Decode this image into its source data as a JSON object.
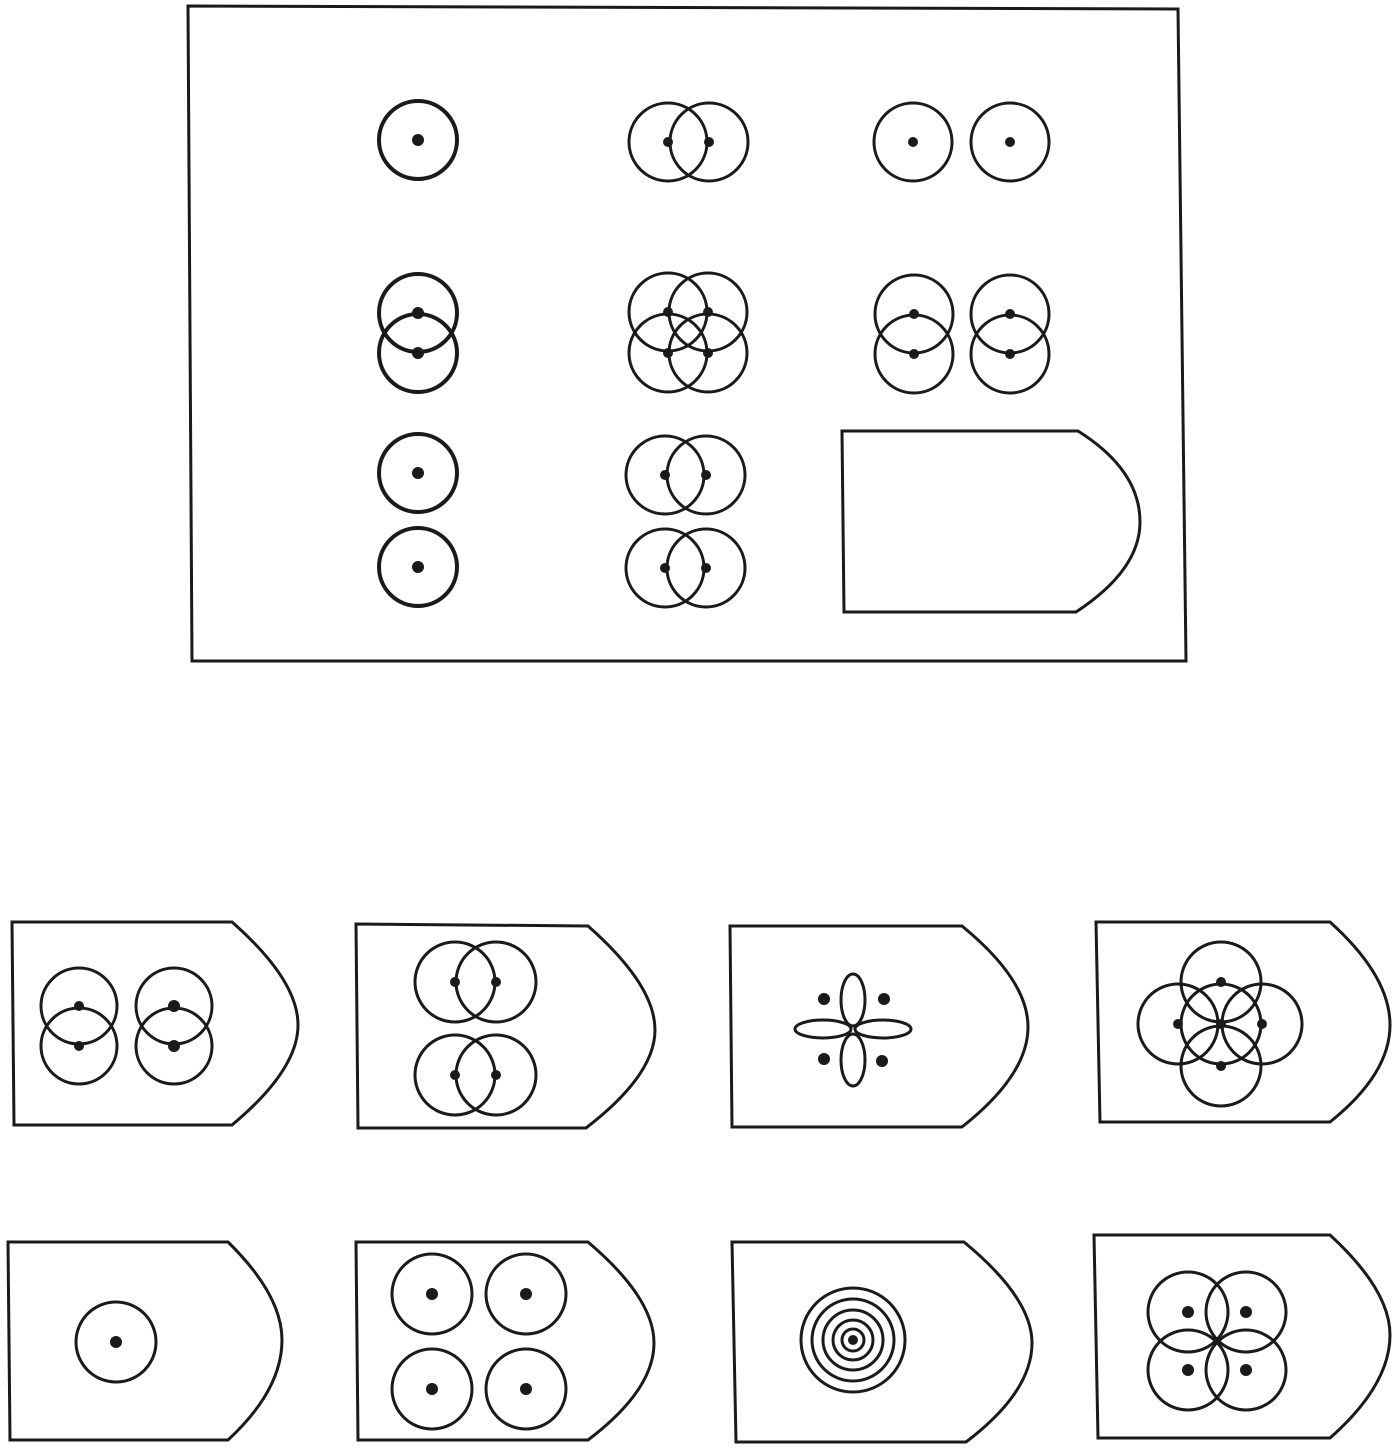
{
  "puzzle": {
    "grid_rows": 3,
    "grid_cols": 3,
    "missing_cell": "row-3-col-3",
    "cells": [
      {
        "id": "r1c1",
        "figure": "single-circle"
      },
      {
        "id": "r1c2",
        "figure": "two-overlapping-circles-horizontal"
      },
      {
        "id": "r1c3",
        "figure": "two-separate-circles-horizontal"
      },
      {
        "id": "r2c1",
        "figure": "two-overlapping-circles-vertical"
      },
      {
        "id": "r2c2",
        "figure": "four-overlapping-circles"
      },
      {
        "id": "r2c3",
        "figure": "two-pairs-vertical-overlap"
      },
      {
        "id": "r3c1",
        "figure": "two-separate-circles-vertical"
      },
      {
        "id": "r3c2",
        "figure": "two-pairs-horizontal-overlap"
      },
      {
        "id": "r3c3",
        "figure": "empty-answer-slot"
      }
    ]
  },
  "options": [
    {
      "id": "opt-1",
      "figure": "two-pairs-vertical-overlap"
    },
    {
      "id": "opt-2",
      "figure": "two-pairs-horizontal-overlap-stacked"
    },
    {
      "id": "opt-3",
      "figure": "four-petal-flower-with-dots"
    },
    {
      "id": "opt-4",
      "figure": "five-overlapping-circles"
    },
    {
      "id": "opt-5",
      "figure": "single-circle"
    },
    {
      "id": "opt-6",
      "figure": "four-separate-circles"
    },
    {
      "id": "opt-7",
      "figure": "concentric-circles"
    },
    {
      "id": "opt-8",
      "figure": "four-overlapping-circles-square"
    }
  ],
  "colors": {
    "ink": "#1a1a1a",
    "paper": "#ffffff"
  }
}
